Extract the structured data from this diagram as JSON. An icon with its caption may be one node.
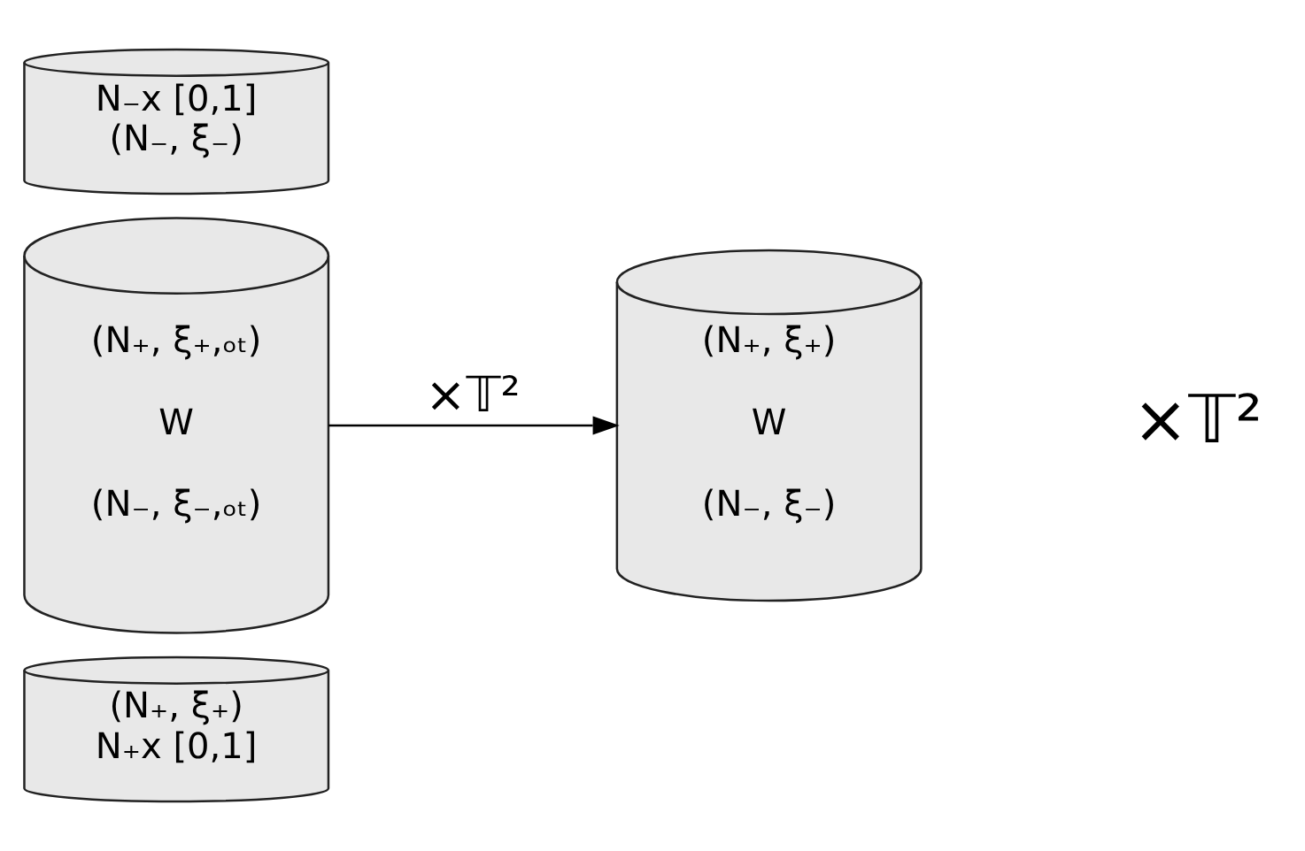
{
  "diagram": {
    "nodes": [
      {
        "text": [
          "(N₊, ξ₊)",
          "N₊x [0,1]"
        ]
      },
      {
        "text": [
          "(N₊, ξ₊,ₒₜ)",
          "W",
          "(N₋, ξ₋,ₒₜ)"
        ]
      },
      {
        "text": [
          "N₋x [0,1]",
          "(N₋, ξ₋)"
        ]
      },
      {
        "text": [
          "(N₊, ξ₊)",
          "W",
          "(N₋, ξ₋)"
        ]
      }
    ],
    "edges": [
      {
        "from": 1,
        "to": 3,
        "arrow": "to",
        "label": "×𝕋²"
      }
    ],
    "labels": [
      "×𝕋²"
    ]
  }
}
